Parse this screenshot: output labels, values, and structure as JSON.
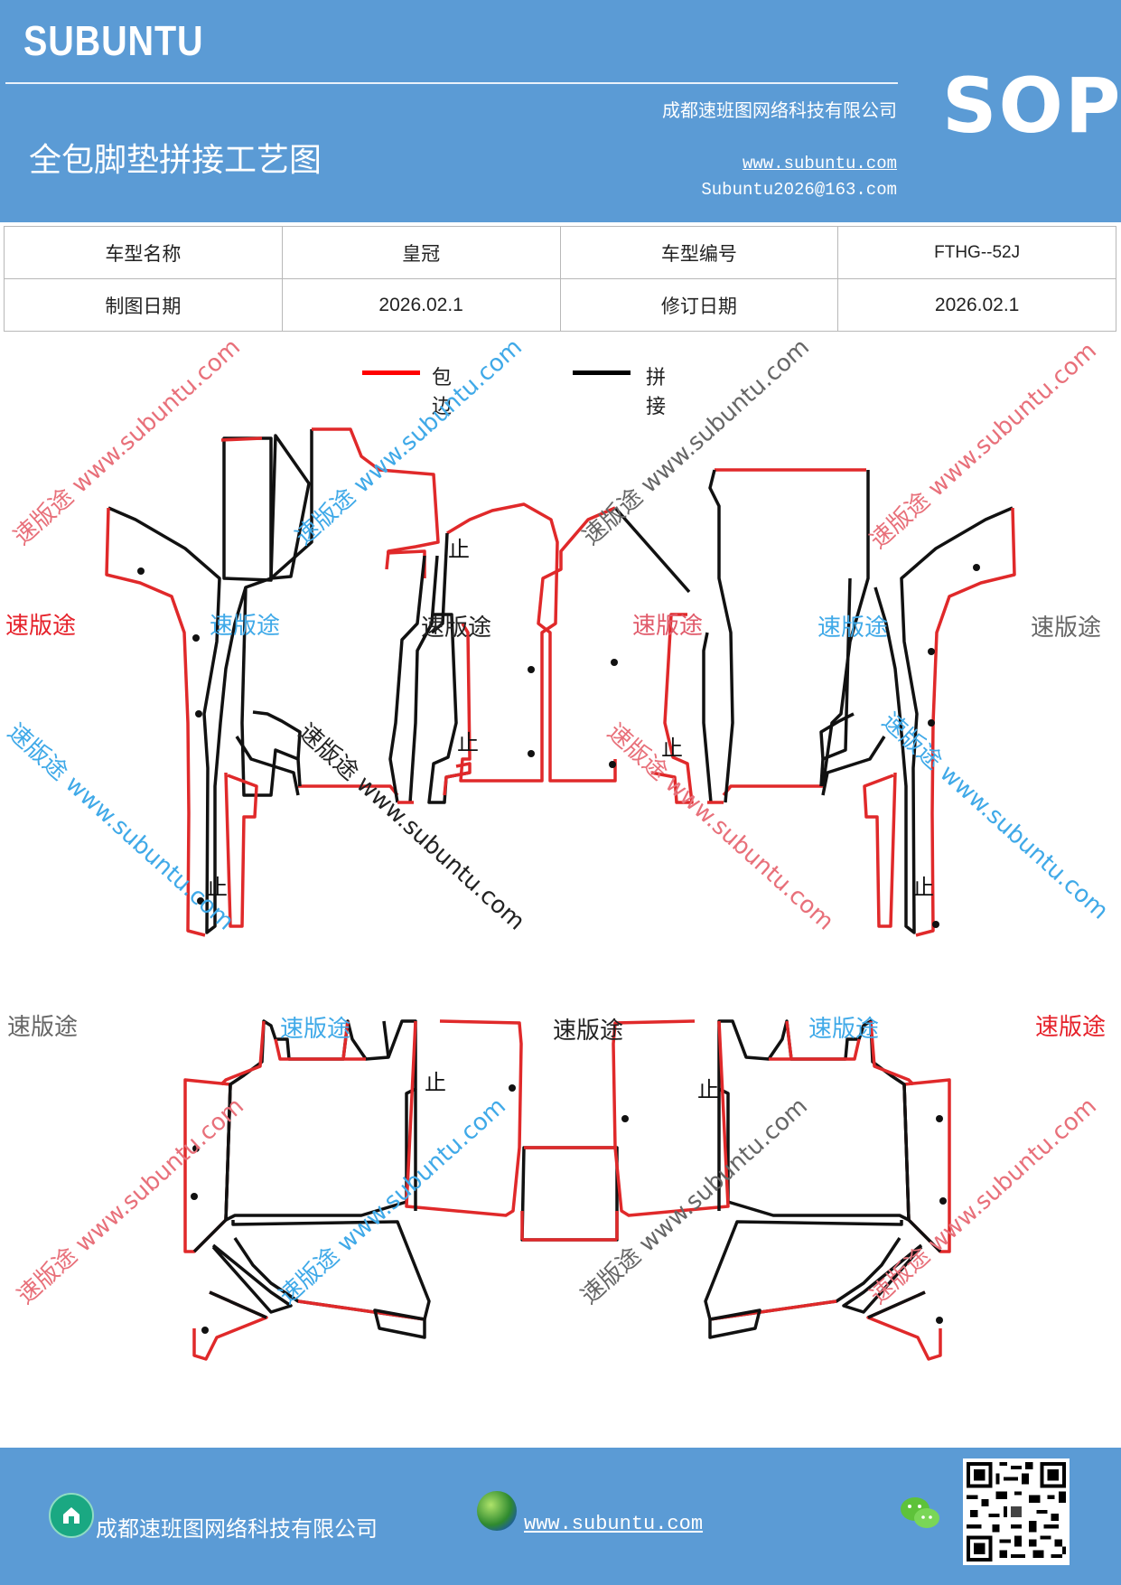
{
  "header": {
    "logo": "SUBUNTU",
    "company": "成都速班图网络科技有限公司",
    "title": "全包脚垫拼接工艺图",
    "website": "www.subuntu.com",
    "email": "Subuntu2026@163.com",
    "badge": "SOP"
  },
  "info_table": {
    "rows": [
      [
        "车型名称",
        "皇冠",
        "车型编号",
        "FTHG--52J"
      ],
      [
        "制图日期",
        "2026.02.1",
        "修订日期",
        "2026.02.1"
      ]
    ]
  },
  "legend": {
    "items": [
      {
        "label": "包边",
        "color": "#ff0000"
      },
      {
        "label": "拼接",
        "color": "#000000"
      }
    ]
  },
  "drawing": {
    "brand_label": "速版途",
    "watermark": "速版途 www.subuntu.com",
    "marker": "止",
    "colors": {
      "edge": "#e0292a",
      "seam": "#111111",
      "blue": "#3fa9e8",
      "gray": "#666666"
    }
  },
  "footer": {
    "company": "成都速班图网络科技有限公司",
    "website": "www.subuntu.com ",
    "home_icon": "home-icon",
    "globe_icon": "globe-icon",
    "wechat_icon": "wechat-icon",
    "qr_icon": "qr-code"
  }
}
